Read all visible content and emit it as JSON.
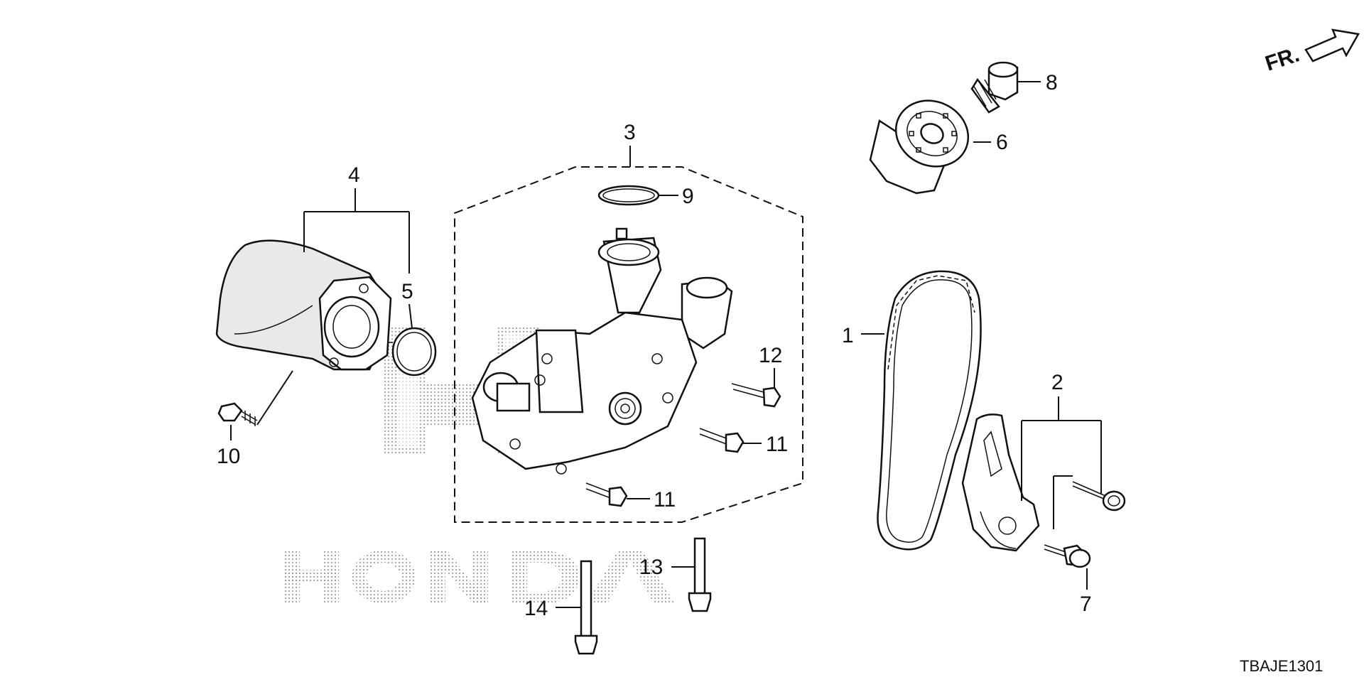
{
  "diagram": {
    "front_label": "FR.",
    "code": "TBAJE1301",
    "watermark": "HONDA"
  },
  "callouts": [
    {
      "id": "c1",
      "text": "1"
    },
    {
      "id": "c2",
      "text": "2"
    },
    {
      "id": "c3",
      "text": "3"
    },
    {
      "id": "c4",
      "text": "4"
    },
    {
      "id": "c5",
      "text": "5"
    },
    {
      "id": "c6",
      "text": "6"
    },
    {
      "id": "c7",
      "text": "7"
    },
    {
      "id": "c8",
      "text": "8"
    },
    {
      "id": "c9",
      "text": "9"
    },
    {
      "id": "c10",
      "text": "10"
    },
    {
      "id": "c11a",
      "text": "11"
    },
    {
      "id": "c11b",
      "text": "11"
    },
    {
      "id": "c12",
      "text": "12"
    },
    {
      "id": "c13",
      "text": "13"
    },
    {
      "id": "c14",
      "text": "14"
    }
  ]
}
